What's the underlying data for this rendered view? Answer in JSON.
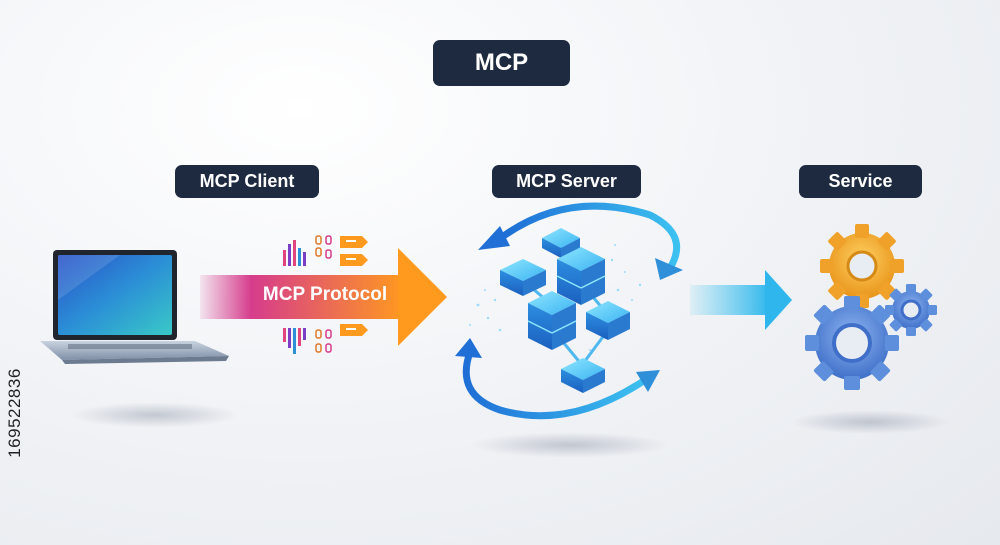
{
  "title": "MCP",
  "nodes": {
    "client": {
      "label": "MCP Client",
      "icon": "laptop-icon"
    },
    "server": {
      "label": "MCP Server",
      "icon": "server-cubes-icon"
    },
    "service": {
      "label": "Service",
      "icon": "gears-icon"
    }
  },
  "protocol": {
    "label": "MCP Protocol"
  },
  "stock_id": "169522836",
  "colors": {
    "pill_bg": "#1d2a3f",
    "protocol_start": "#d63c8c",
    "protocol_end": "#ff9a1f",
    "accent_blue": "#2f8fd8",
    "gear_orange": "#f5a623",
    "gear_blue": "#5d8fdc"
  }
}
